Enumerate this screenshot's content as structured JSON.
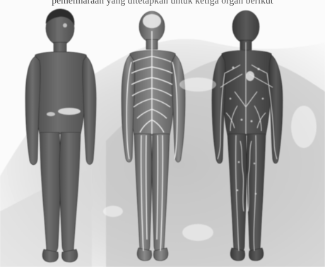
{
  "caption": "pemeliharaan yang ditetapkan untuk ketiga organ berikut",
  "figures": [
    {
      "name": "figure-1",
      "depicts": "body-silhouette"
    },
    {
      "name": "figure-2",
      "depicts": "nervous-system"
    },
    {
      "name": "figure-3",
      "depicts": "circulatory-system"
    }
  ],
  "colors": {
    "paper": "#fbfbfb",
    "body_fill": "#6a6a6a",
    "body_dark": "#3e3e3e",
    "nerve_line": "#f2f2f2",
    "background_wash": "#c9c9c9"
  }
}
